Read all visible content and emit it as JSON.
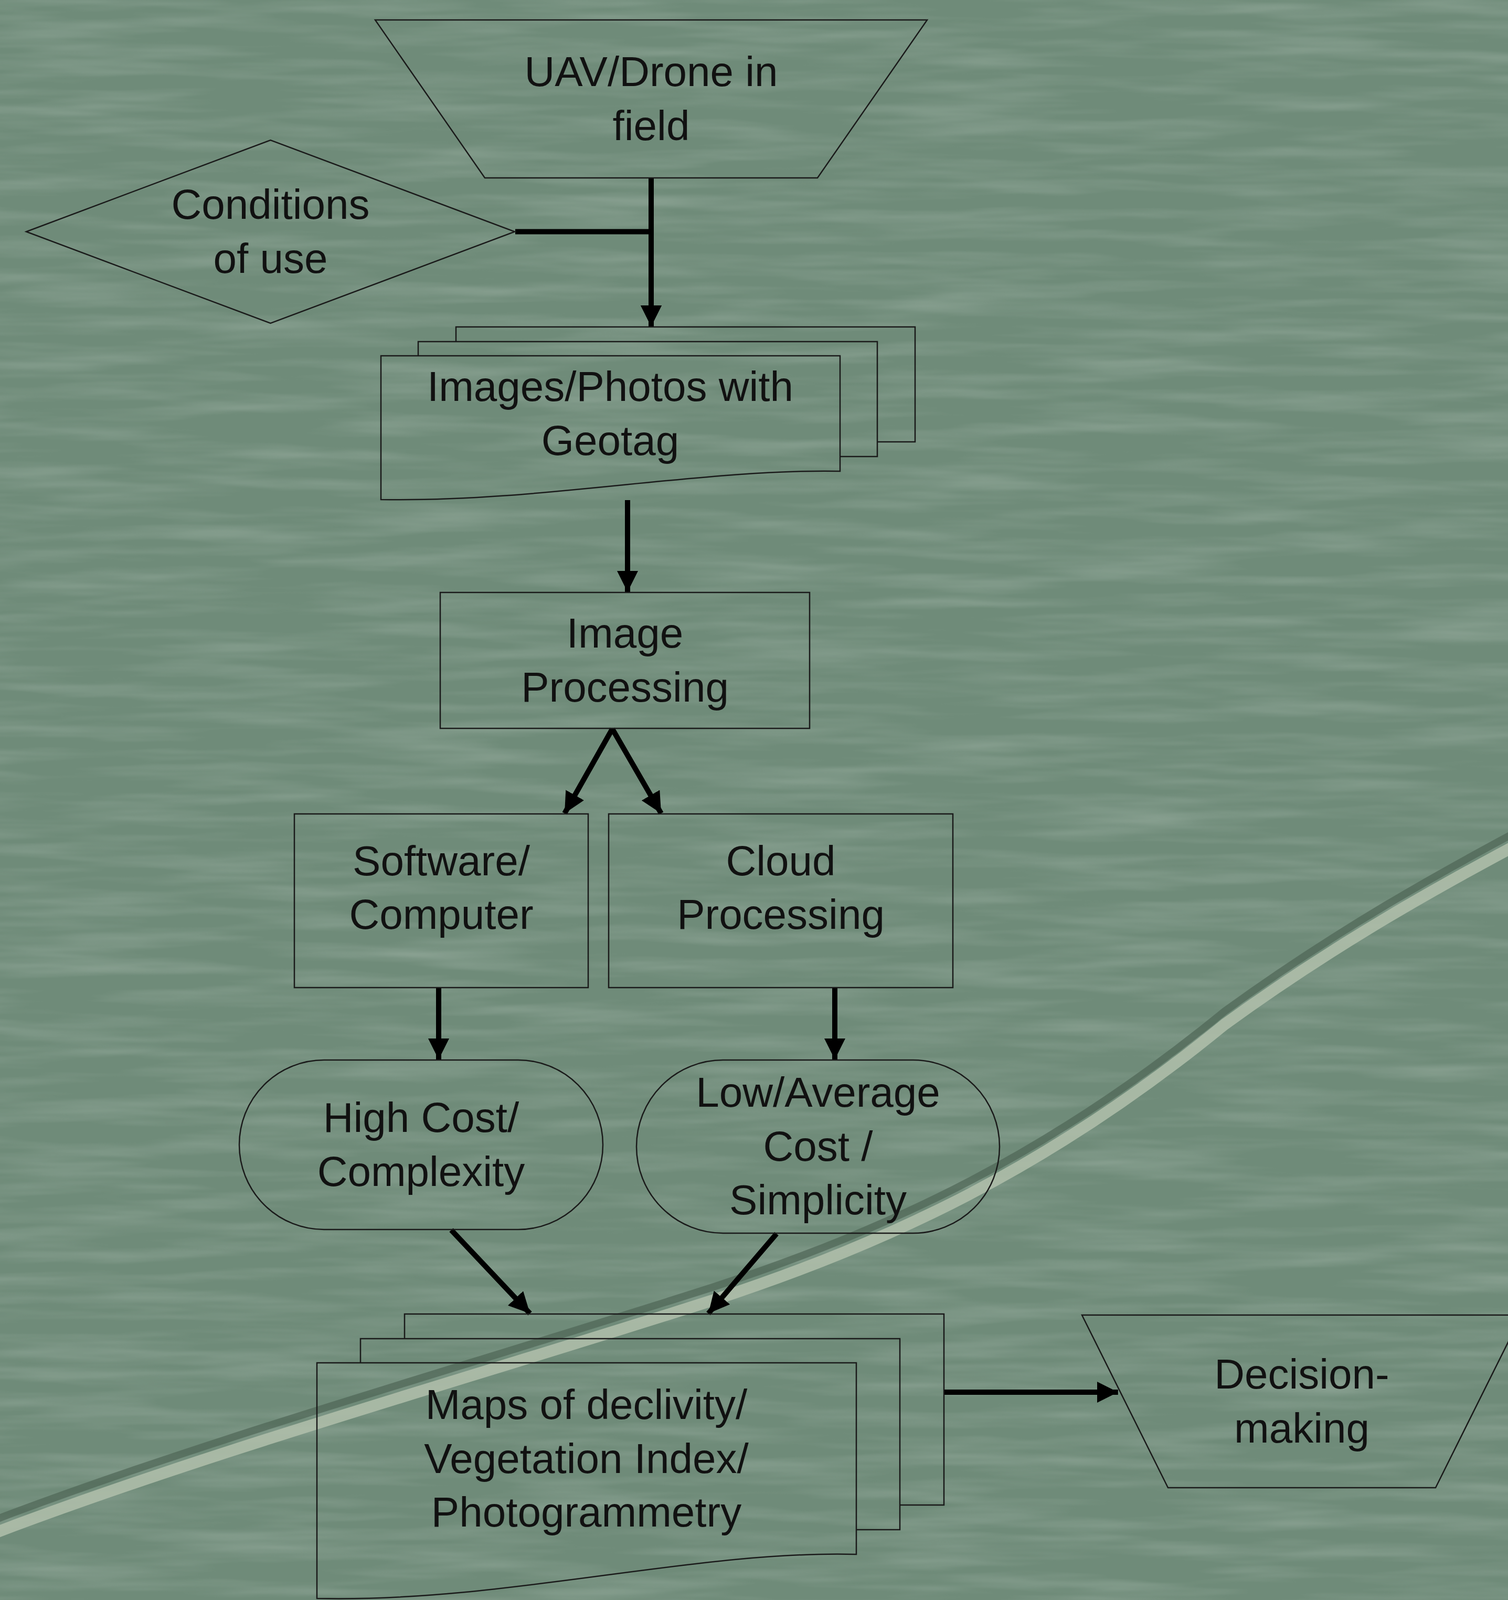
{
  "diagram": {
    "nodes": [
      {
        "text": [
          "UAV/Drone in field"
        ]
      },
      {
        "text": [
          "Conditions of use"
        ]
      },
      {
        "text": [
          "Images/Photos with Geotag"
        ]
      },
      {
        "text": [
          "Image Processing"
        ]
      },
      {
        "text": [
          "Software/ Computer"
        ]
      },
      {
        "text": [
          "Cloud Processing"
        ]
      },
      {
        "text": [
          "High Cost/ Complexity"
        ]
      },
      {
        "text": [
          "Low/Average Cost / Simplicity"
        ]
      },
      {
        "text": [
          "Maps of declivity/ Vegetation Index/ Photogrammetry"
        ]
      },
      {
        "text": [
          "Decision-making"
        ]
      }
    ],
    "edges": [
      {
        "from": 0,
        "to": 2,
        "arrow": "to"
      },
      {
        "from": 1,
        "to": 2,
        "arrow": "to"
      },
      {
        "from": 2,
        "to": 3,
        "arrow": "to"
      },
      {
        "from": 3,
        "to": 4,
        "arrow": "to"
      },
      {
        "from": 3,
        "to": 5,
        "arrow": "to"
      },
      {
        "from": 4,
        "to": 6,
        "arrow": "to"
      },
      {
        "from": 5,
        "to": 7,
        "arrow": "to"
      },
      {
        "from": 6,
        "to": 8,
        "arrow": "to"
      },
      {
        "from": 7,
        "to": 8,
        "arrow": "to"
      },
      {
        "from": 8,
        "to": 9,
        "arrow": "to"
      }
    ]
  }
}
